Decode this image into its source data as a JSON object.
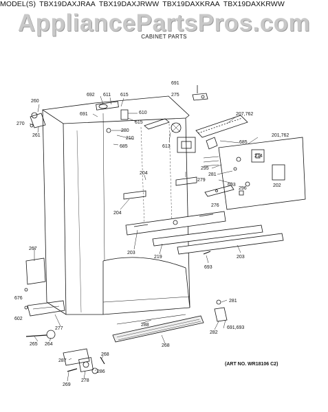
{
  "header": {
    "prefix": "MODEL(S)",
    "models": [
      "TBX19DAXJRAA",
      "TBX19DAXJRWW",
      "TBX19DAXKRAA",
      "TBX19DAXKRWW"
    ]
  },
  "watermark": "AppliancePartsPros.com",
  "subtitle": "CABINET PARTS",
  "art_number": "(ART NO. WR18106 C2)",
  "callouts": {
    "c691a": "691",
    "c275": "275",
    "c692": "692",
    "c611": "611",
    "c615a": "615",
    "c260": "260",
    "c270": "270",
    "c261": "261",
    "c691b": "691",
    "c610": "610",
    "c280": "280",
    "c615b": "615",
    "c210": "210",
    "c685a": "685",
    "c613": "613",
    "c207": "207,762",
    "c685b": "685",
    "c201": "201,762",
    "c214": "214",
    "c295": "295",
    "c281a": "281",
    "c279": "279",
    "c693a": "693",
    "c296": "296",
    "c202": "202",
    "c276": "276",
    "c204a": "204",
    "c204b": "204",
    "c203a": "203",
    "c219": "219",
    "c203b": "203",
    "c693b": "693",
    "c267": "267",
    "c676": "676",
    "c602": "602",
    "c277": "277",
    "c288": "288",
    "c268a": "268",
    "c281b": "281",
    "c282": "282",
    "c691c": "691,693",
    "c265": "265",
    "c264": "264",
    "c287": "287",
    "c268b": "268",
    "c286": "286",
    "c269": "269",
    "c278": "278"
  }
}
